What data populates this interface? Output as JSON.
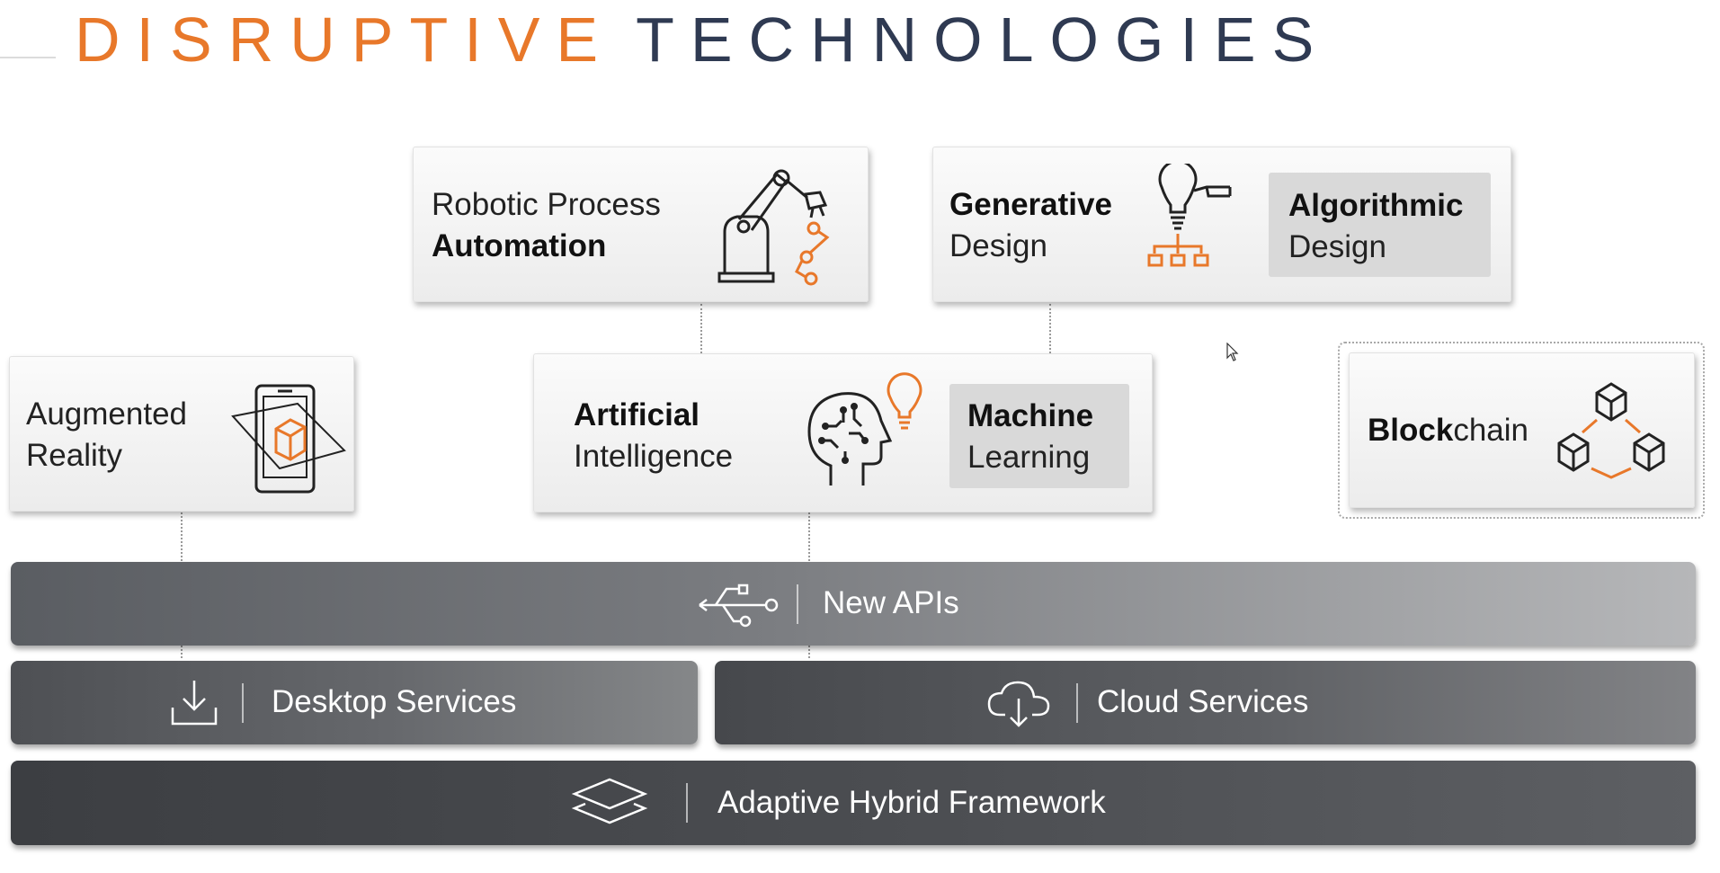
{
  "title": {
    "part1": "DISRUPTIVE",
    "part2": "TECHNOLOGIES"
  },
  "cards": {
    "rpa": {
      "line1": "Robotic Process",
      "line2": "Automation"
    },
    "generative": {
      "line1": "Generative",
      "line2": "Design"
    },
    "algorithmic": {
      "line1": "Algorithmic",
      "line2": "Design"
    },
    "ar": {
      "line1": "Augmented",
      "line2": "Reality"
    },
    "ai": {
      "line1": "Artificial",
      "line2": "Intelligence"
    },
    "ml": {
      "line1": "Machine",
      "line2": "Learning"
    },
    "blockchain": {
      "bold": "Block",
      "rest": "chain"
    }
  },
  "bars": {
    "apis": {
      "label": "New APIs",
      "icon": "usb-icon"
    },
    "desktop": {
      "label": "Desktop Services",
      "icon": "download-icon"
    },
    "cloud": {
      "label": "Cloud Services",
      "icon": "cloud-download-icon"
    },
    "framework": {
      "label": "Adaptive Hybrid Framework",
      "icon": "layers-icon"
    }
  },
  "colors": {
    "accent": "#e8782a",
    "navy": "#2f3a52"
  }
}
